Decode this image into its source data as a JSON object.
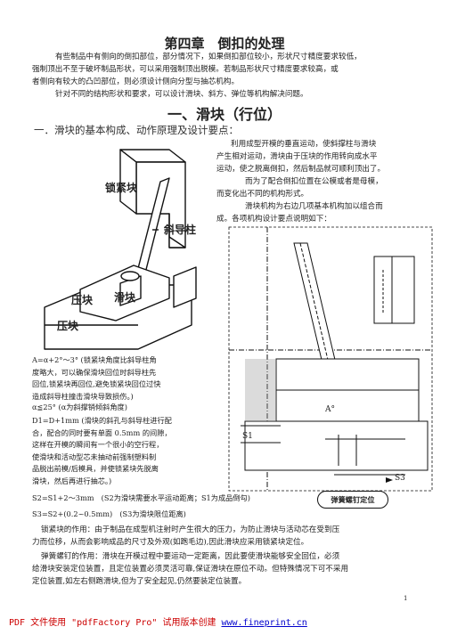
{
  "header": {
    "title": "第四章　倒扣的处理"
  },
  "intro": {
    "lines": [
      "有些制品中有侧向的倒扣部位，部分情况下，如果倒扣部位较小，形状尺寸精度要求较低，",
      "强制顶出不至于破坏制品形状，可以采用强制顶出脱模。若制品形状尺寸精度要求较高，或",
      "者侧向有较大的凸凹部位，则必须设计侧向分型与抽芯机构。",
      "针对不同的结构形状和要求，可以设计滑块、斜方、弹位等机构解决问题。"
    ]
  },
  "section1": {
    "title": "一、滑块（行位）"
  },
  "subsection1": {
    "title": "一．滑块的基本构成、动作原理及设计要点："
  },
  "right_text": {
    "lines": [
      "利用成型开模的垂直运动，使斜撑柱与滑块",
      "产生相对运动，滑块由于压块的作用转向成水平",
      "运动，使之脱离倒扣，然后制品就可顺利顶出了。",
      "而为了配合倒扣位置在公模或者是母模，",
      "而变化出不同的机构形式。",
      "滑块机构为右边几项基本机构加以组合而",
      "成。各项机构设计要点说明如下："
    ]
  },
  "figure_left": {
    "labels": {
      "lock": "锁紧块",
      "pin": "斜导柱",
      "press1": "压块",
      "slider": "滑块",
      "press2": "压块"
    }
  },
  "figure_right": {
    "labels": {
      "s1": "S1",
      "s3": "S3",
      "alpha": "A°",
      "spring": "弹簧螺钉定位"
    }
  },
  "design_points": {
    "a": [
      "A=α+2°～3° (锁紧块角度比斜导柱角",
      "度略大，可以确保滑块回位时斜导柱先",
      "回位,锁紧块再回位,避免锁紧块回位过快",
      "造成斜导柱撞击滑块导致损伤。)"
    ],
    "alpha": "α≦25° (α为斜撑销倾斜角度)",
    "d": [
      "D1=D+1mm (滑块的斜孔与斜导柱进行配",
      "合，配合的同时要有单面 0.5mm 的间隙，",
      "这样在开模的瞬间有一个很小的空行程，",
      "使滑块和活动型芯未抽动前强制塑料制",
      "品脱出前模/后模具，并使锁紧块先脱离",
      "滑块，然后再进行抽芯。)"
    ],
    "s2": "S2=S1+2～3mm　(S2为滑块需要水平运动距离；S1为成品倒勾)",
    "s3": "S3=S2+(0.2~0.5mm)　(S3为滑块限位距离)"
  },
  "bottom_text": {
    "lock_lines": [
      "锁紧块的作用：由于制品在成型机注射时产生很大的压力，为防止滑块与活动芯在受到压",
      "力而位移，从而会影响成品的尺寸及外观(如跑毛边),因此滑块应采用锁紧块定位。"
    ],
    "spring_lines": [
      "弹簧螺钉的作用：滑块在开模过程中要运动一定距离，因此要使滑块能够安全回位，必须",
      "给滑块安装定位装置，且定位装置必须灵活可靠,保证滑块在原位不动。但特殊情况下可不采用",
      "定位装置,如左右侧跑滑块,但为了安全起见,仍然要装定位装置。"
    ]
  },
  "page_number": "1",
  "footer": {
    "prefix": "PDF 文件使用 \"pdfFactory Pro\" 试用版本创建 ",
    "link": "www.fineprint.cn"
  }
}
